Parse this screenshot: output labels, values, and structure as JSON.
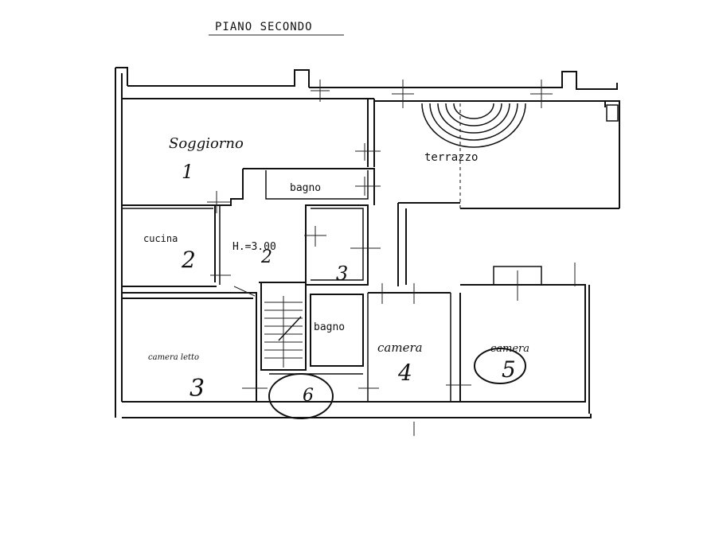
{
  "title": "PIANO SECONDO",
  "rooms": {
    "soggiorno": {
      "name": "Soggiorno",
      "number": "1"
    },
    "bagno_top": {
      "name": "bagno"
    },
    "terrazzo": {
      "name": "terrazzo"
    },
    "cucina": {
      "name": "cucina",
      "number": "2"
    },
    "height": {
      "label": "H.=3.00",
      "number": "2"
    },
    "room_3_small": {
      "number": "3"
    },
    "bagno_bottom": {
      "name": "bagno"
    },
    "camera_left": {
      "name": "camera letto",
      "number": "3"
    },
    "camera_mid": {
      "name": "camera",
      "number": "4"
    },
    "camera_right": {
      "name": "camera",
      "number": "5"
    },
    "circled": {
      "number": "6"
    }
  }
}
